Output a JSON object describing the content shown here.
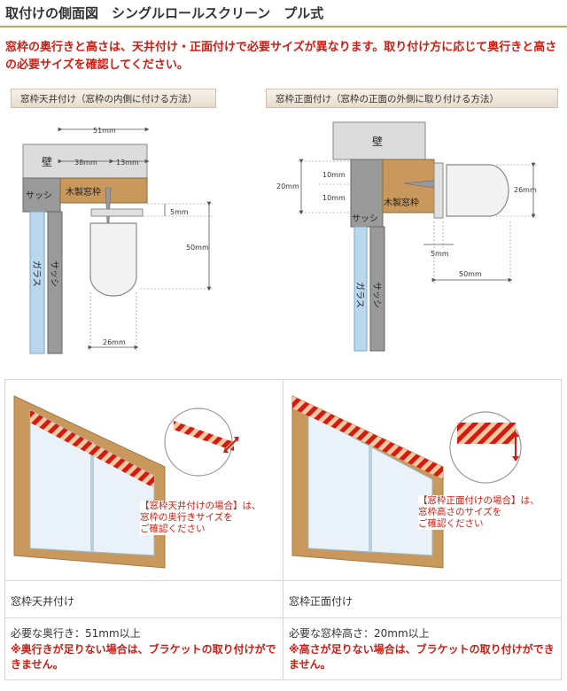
{
  "header": {
    "title": "取付けの側面図　シングルロールスクリーン　プル式"
  },
  "notice": "窓枠の奥行きと高さは、天井付け・正面付けで必要サイズが異なります。取り付け方に応じて奥行きと高さの必要サイズを確認してください。",
  "left_diagram": {
    "caption": "窓枠天井付け（窓枠の内側に付ける方法）",
    "wall": "壁",
    "sash_top": "サッシ",
    "wood_frame": "木製窓枠",
    "glass": "ガラス",
    "sash_side": "サッシ",
    "dim_51": "51mm",
    "dim_38": "38mm",
    "dim_13": "13mm",
    "dim_5": "5mm",
    "dim_50": "50mm",
    "dim_26": "26mm"
  },
  "right_diagram": {
    "caption": "窓枠正面付け（窓枠の正面の外側に取り付ける方法）",
    "wall": "壁",
    "sash_top": "サッシ",
    "wood_frame": "木製窓枠",
    "glass": "ガラス",
    "sash_side": "サッシ",
    "dim_20": "20mm",
    "dim_10a": "10mm",
    "dim_10b": "10mm",
    "dim_26": "26mm",
    "dim_5": "5mm",
    "dim_50": "50mm"
  },
  "comparison": {
    "left": {
      "callout_line1": "【窓枠天井付けの場合】は、",
      "callout_line2": "窓枠の奥行きサイズを",
      "callout_line3": "ご確認ください",
      "name": "窓枠天井付け",
      "requirement": "必要な奥行き：51mm以上",
      "warning": "※奥行きが足りない場合は、ブラケットの取り付けができません。"
    },
    "right": {
      "callout_line1": "【窓枠正面付けの場合】は、",
      "callout_line2": "窓枠高さのサイズを",
      "callout_line3": "ご確認ください",
      "name": "窓枠正面付け",
      "requirement": "必要な窓枠高さ：20mm以上",
      "warning": "※高さが足りない場合は、ブラケットの取り付けができません。"
    }
  },
  "colors": {
    "accent_red": "#d21c12",
    "wood": "#c8985c",
    "wall_gray": "#d9d9d9",
    "sash_gray": "#8c8c8c",
    "glass_blue": "#b9d8ee",
    "gold_rule": "#c9a45a"
  }
}
